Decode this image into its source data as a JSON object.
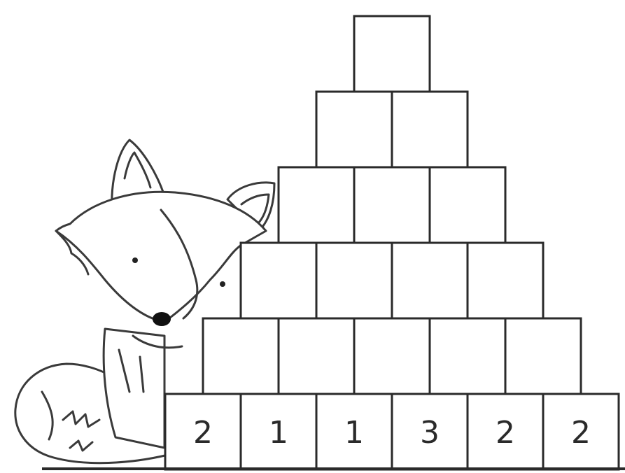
{
  "pyramid": {
    "base_values": [
      "2",
      "1",
      "1",
      "3",
      "2",
      "2"
    ],
    "rows_from_bottom": [
      6,
      5,
      4,
      3,
      2,
      1
    ]
  },
  "illustration": {
    "icon": "fox-icon"
  }
}
